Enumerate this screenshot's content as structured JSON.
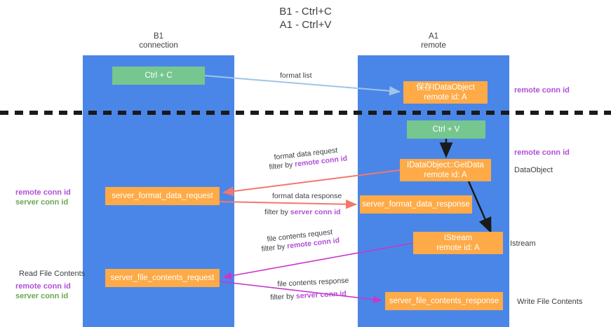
{
  "title": {
    "line1": "B1 - Ctrl+C",
    "line2": "A1 - Ctrl+V"
  },
  "lanes": {
    "b1": {
      "name": "B1",
      "sub": "connection"
    },
    "a1": {
      "name": "A1",
      "sub": "remote"
    }
  },
  "boxes": {
    "ctrl_c": {
      "label": "Ctrl + C",
      "color": "#76c68f"
    },
    "ctrl_v": {
      "label": "Ctrl + V",
      "color": "#76c68f"
    },
    "idataobject": {
      "line1": "保存IDataObject",
      "line2": "remote id: A",
      "color": "#fdaa47"
    },
    "getdata": {
      "line1": "IDataObject::GetData",
      "line2": "remote id: A",
      "color": "#fdaa47"
    },
    "istream": {
      "line1": "IStream",
      "line2": "remote id: A",
      "color": "#fdaa47"
    },
    "server_format_data_request": {
      "label": "server_format_data_request",
      "color": "#fdaa47"
    },
    "server_format_data_response": {
      "label": "server_format_data_response",
      "color": "#fdaa47"
    },
    "server_file_contents_request": {
      "label": "server_file_contents_request",
      "color": "#fdaa47"
    },
    "server_file_contents_response": {
      "label": "server_file_contents_response",
      "color": "#fdaa47"
    }
  },
  "edge_labels": {
    "format_list": "format list",
    "format_data_request": "format data request",
    "filter_by": "filter by",
    "remote_conn_id": "remote conn id",
    "server_conn_id": "server conn id",
    "format_data_response": "format data response",
    "file_contents_request": "file contents request",
    "file_contents_response": "file contents response"
  },
  "annotations": {
    "right_remote_conn_id_top": "remote conn id",
    "right_remote_conn_id_mid": "remote conn id",
    "dataobject": "DataObject",
    "istream": "Istream",
    "write_file_contents": "Write File Contents",
    "left_remote_conn_id_mid": "remote conn id",
    "left_server_conn_id_mid": "server conn id",
    "read_file_contents": "Read File Contents",
    "left_remote_conn_id_bot": "remote conn id",
    "left_server_conn_id_bot": "server conn id"
  },
  "colors": {
    "lane": "#4a86e8",
    "green_box": "#76c68f",
    "orange_box": "#fdaa47",
    "magenta_text": "#b14fd8",
    "green_text": "#6aa84f",
    "red_arrow": "#f4776c",
    "blue_arrow": "#9fc5e8",
    "magenta_arrow": "#c936c9",
    "black_arrow": "#1a1a1a",
    "divider": "#1a1a1a"
  }
}
